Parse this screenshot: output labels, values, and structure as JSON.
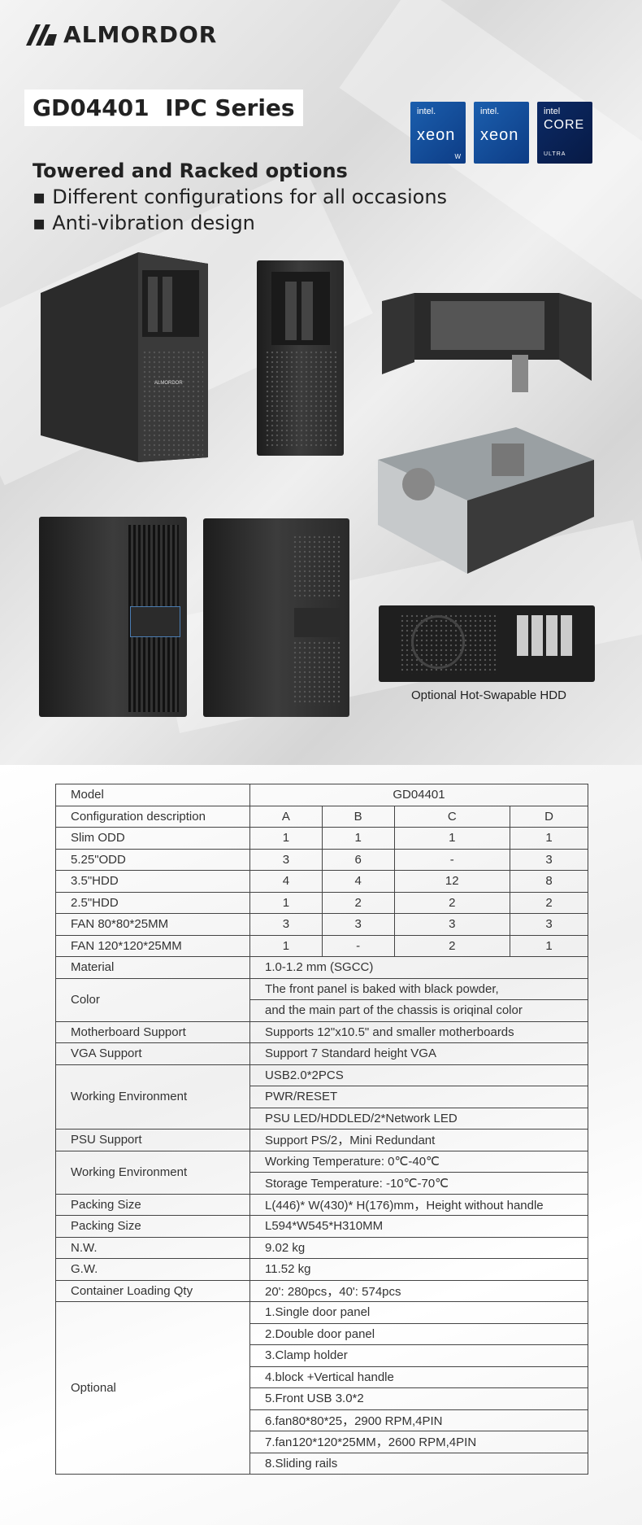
{
  "brand": {
    "name": "ALMORDOR"
  },
  "title": "GD04401  IPC Series",
  "badges": [
    {
      "top": "intel.",
      "main": "xeon",
      "corner": "W"
    },
    {
      "top": "intel.",
      "main": "xeon",
      "corner": ""
    },
    {
      "top": "intel",
      "main": "CORE",
      "corner": "ULTRA"
    }
  ],
  "features": {
    "heading": "Towered and Racked options",
    "items": [
      "Different configurations for all occasions",
      "Anti-vibration design"
    ]
  },
  "product_marks": {
    "front_logo": "ALMORDOR"
  },
  "caption": "Optional Hot-Swapable HDD",
  "table": {
    "model_label": "Model",
    "model_value": "GD04401",
    "config_label": "Configuration description",
    "configs": [
      "A",
      "B",
      "C",
      "D"
    ],
    "config_rows": [
      {
        "label": "Slim ODD",
        "values": [
          "1",
          "1",
          "1",
          "1"
        ]
      },
      {
        "label": "5.25\"ODD",
        "values": [
          "3",
          "6",
          "-",
          "3"
        ]
      },
      {
        "label": "3.5\"HDD",
        "values": [
          "4",
          "4",
          "12",
          "8"
        ]
      },
      {
        "label": "2.5\"HDD",
        "values": [
          "1",
          "2",
          "2",
          "2"
        ]
      },
      {
        "label": "FAN 80*80*25MM",
        "values": [
          "3",
          "3",
          "3",
          "3"
        ]
      },
      {
        "label": "FAN 120*120*25MM",
        "values": [
          "1",
          "-",
          "2",
          "1"
        ]
      }
    ],
    "spec_groups": [
      {
        "label": "Material",
        "lines": [
          "1.0-1.2 mm (SGCC)"
        ]
      },
      {
        "label": "Color",
        "lines": [
          "The front panel is baked with black powder,",
          "and the main part of the chassis is oriqinal color"
        ]
      },
      {
        "label": "Motherboard Support",
        "lines": [
          "Supports 12\"x10.5\" and smaller motherboards"
        ]
      },
      {
        "label": "VGA Support",
        "lines": [
          "Support 7 Standard height VGA"
        ]
      },
      {
        "label": "Working Environment",
        "lines": [
          "USB2.0*2PCS",
          "PWR/RESET",
          "PSU LED/HDDLED/2*Network LED"
        ]
      },
      {
        "label": "PSU Support",
        "lines": [
          "Support PS/2，Mini Redundant"
        ]
      },
      {
        "label": "Working Environment",
        "lines": [
          "Working Temperature: 0℃-40℃",
          "Storage Temperature: -10℃-70℃"
        ]
      },
      {
        "label": "Packing Size",
        "lines": [
          "L(446)* W(430)* H(176)mm，Height without handle"
        ]
      },
      {
        "label": "Packing Size",
        "lines": [
          "L594*W545*H310MM"
        ]
      },
      {
        "label": "N.W.",
        "lines": [
          "9.02 kg"
        ]
      },
      {
        "label": "G.W.",
        "lines": [
          "11.52 kg"
        ]
      },
      {
        "label": "Container Loading Qty",
        "lines": [
          "20': 280pcs，40': 574pcs"
        ]
      },
      {
        "label": "Optional",
        "lines": [
          "1.Single door panel",
          "2.Double door panel",
          "3.Clamp holder",
          "4.block +Vertical handle",
          "5.Front USB 3.0*2",
          "6.fan80*80*25，2900 RPM,4PIN",
          "7.fan120*120*25MM，2600 RPM,4PIN",
          "8.Sliding rails"
        ]
      }
    ]
  }
}
